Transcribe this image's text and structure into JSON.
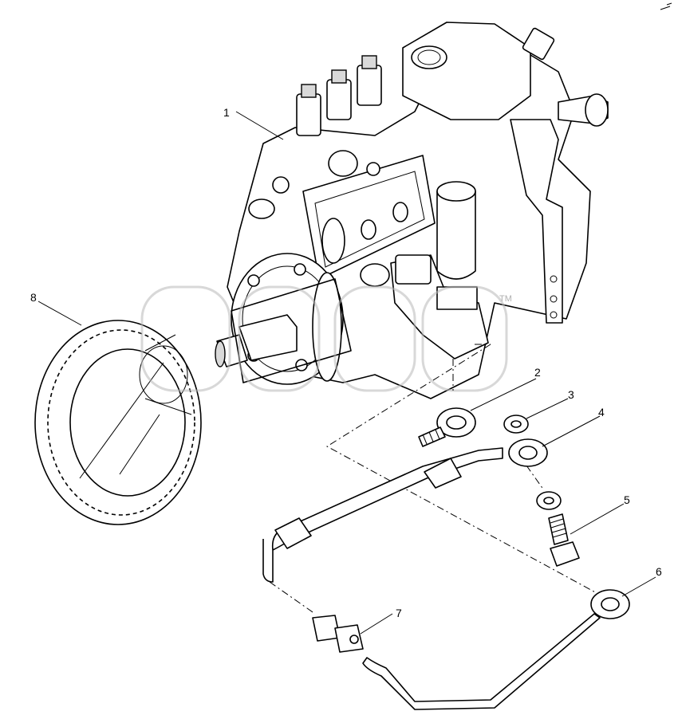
{
  "diagram": {
    "callouts": [
      {
        "id": "1",
        "label": "1"
      },
      {
        "id": "2",
        "label": "2"
      },
      {
        "id": "3",
        "label": "3"
      },
      {
        "id": "4",
        "label": "4"
      },
      {
        "id": "5",
        "label": "5"
      },
      {
        "id": "6",
        "label": "6"
      },
      {
        "id": "7",
        "label": "7"
      },
      {
        "id": "8",
        "label": "8"
      }
    ],
    "watermark": {
      "mark": "TM"
    }
  }
}
